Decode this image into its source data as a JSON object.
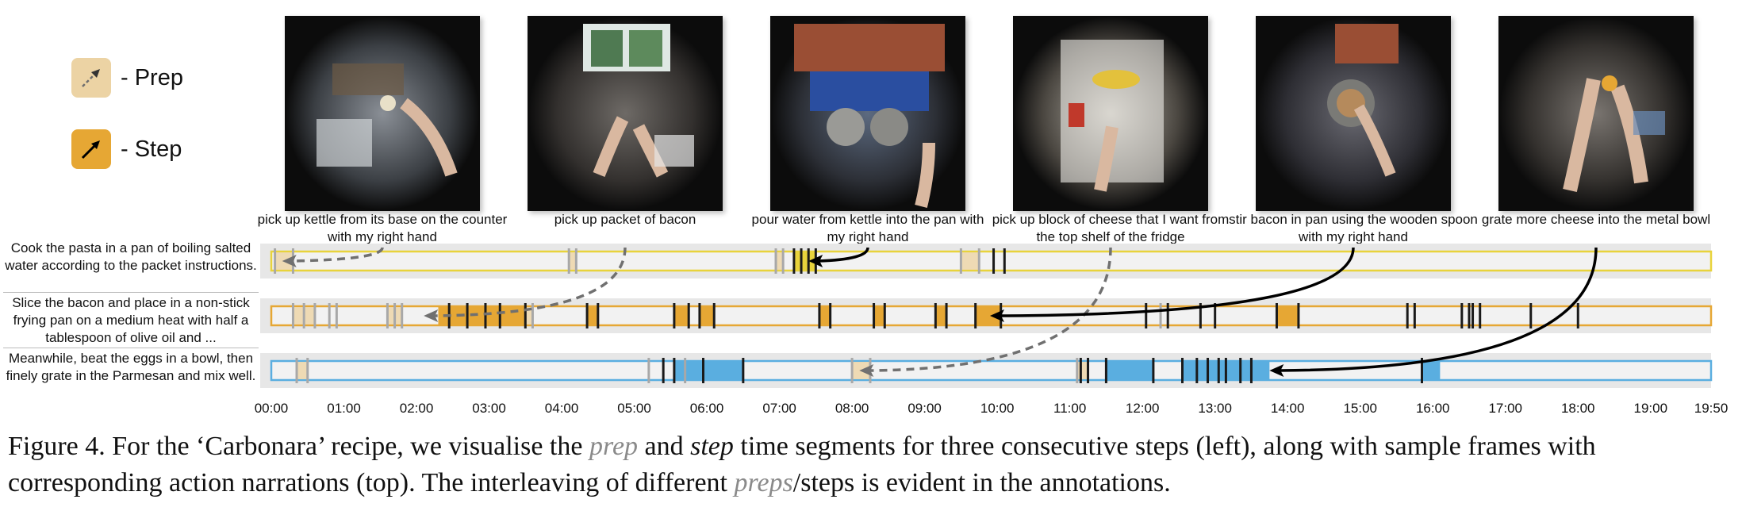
{
  "legend": {
    "prep_label": "- Prep",
    "step_label": "- Step",
    "prep_color": "#ecd3a4",
    "step_color": "#e6a734",
    "icons": [
      "arrow-prep-icon",
      "arrow-step-icon"
    ]
  },
  "frames": [
    {
      "narration": "pick up kettle from its base on the counter with my right hand"
    },
    {
      "narration": "pick up packet of bacon"
    },
    {
      "narration": "pour water from kettle into the pan with my right hand"
    },
    {
      "narration": "pick up block of cheese that I want from the top shelf of the fridge"
    },
    {
      "narration": "stir bacon in pan using the wooden spoon with my right hand"
    },
    {
      "narration": "grate more cheese into the metal bowl"
    }
  ],
  "steps": [
    {
      "text": "Cook the pasta in a pan of boiling salted water according to the packet instructions.",
      "color": "#e8d33c"
    },
    {
      "text": "Slice the bacon and place in a non-stick frying pan on a medium heat with half a tablespoon of olive oil and ...",
      "color": "#e6a734"
    },
    {
      "text": "Meanwhile, beat the eggs in a bowl, then finely grate in the Parmesan and mix well.",
      "color": "#5aaee0"
    }
  ],
  "chart_data": {
    "type": "timeline",
    "x_ticks": [
      "00:00",
      "01:00",
      "02:00",
      "03:00",
      "04:00",
      "05:00",
      "06:00",
      "07:00",
      "08:00",
      "09:00",
      "10:00",
      "11:00",
      "12:00",
      "13:00",
      "14:00",
      "15:00",
      "16:00",
      "17:00",
      "18:00",
      "19:00",
      "19:50"
    ],
    "x_max_minutes": 19.833,
    "rows": [
      {
        "step_segments": [
          [
            7.2,
            7.5
          ]
        ],
        "prep_segments": [
          [
            0.05,
            0.3
          ],
          [
            4.1,
            4.2
          ],
          [
            6.95,
            7.05
          ],
          [
            9.5,
            9.75
          ]
        ],
        "step_marks": [
          7.2,
          7.3,
          7.4,
          7.5,
          9.95,
          10.1
        ],
        "prep_marks": [
          0.05,
          0.3,
          4.1,
          4.2,
          6.95,
          7.05,
          9.5,
          9.75
        ]
      },
      {
        "step_segments": [
          [
            2.3,
            3.5
          ],
          [
            4.35,
            4.5
          ],
          [
            5.55,
            5.75
          ],
          [
            5.9,
            6.1
          ],
          [
            7.55,
            7.7
          ],
          [
            8.3,
            8.45
          ],
          [
            9.15,
            9.3
          ],
          [
            9.7,
            10.05
          ],
          [
            13.85,
            14.15
          ]
        ],
        "prep_segments": [
          [
            0.3,
            0.6
          ],
          [
            1.6,
            1.8
          ],
          [
            3.5,
            3.6
          ]
        ],
        "step_marks": [
          2.45,
          2.7,
          2.95,
          3.15,
          3.5,
          4.35,
          4.5,
          5.55,
          5.75,
          5.9,
          6.1,
          7.55,
          7.7,
          8.3,
          8.45,
          9.15,
          9.3,
          9.7,
          10.05,
          12.05,
          12.35,
          12.8,
          13.0,
          13.85,
          14.15,
          15.65,
          15.75,
          16.4,
          16.5,
          16.55,
          16.65,
          17.35,
          18.0
        ],
        "prep_marks": [
          0.3,
          0.45,
          0.6,
          0.8,
          0.9,
          1.6,
          1.7,
          1.8,
          3.6,
          12.25
        ]
      },
      {
        "step_segments": [
          [
            5.55,
            6.5
          ],
          [
            11.5,
            12.15
          ],
          [
            12.55,
            13.75
          ],
          [
            15.85,
            16.1
          ]
        ],
        "prep_segments": [
          [
            0.35,
            0.5
          ],
          [
            8.0,
            8.25
          ],
          [
            11.1,
            11.25
          ]
        ],
        "step_marks": [
          5.4,
          5.55,
          5.95,
          6.5,
          11.15,
          11.25,
          11.5,
          12.15,
          12.55,
          12.75,
          12.9,
          13.05,
          13.15,
          13.35,
          13.5,
          15.85
        ],
        "prep_marks": [
          0.35,
          0.5,
          5.2,
          5.7,
          8.0,
          8.25,
          11.1
        ]
      }
    ],
    "arrows": [
      {
        "from_frame": 0,
        "to_row": 0,
        "to_minute": 0.15,
        "kind": "prep"
      },
      {
        "from_frame": 1,
        "to_row": 1,
        "to_minute": 2.1,
        "kind": "prep"
      },
      {
        "from_frame": 2,
        "to_row": 0,
        "to_minute": 7.4,
        "kind": "step"
      },
      {
        "from_frame": 3,
        "to_row": 2,
        "to_minute": 8.1,
        "kind": "prep"
      },
      {
        "from_frame": 4,
        "to_row": 1,
        "to_minute": 9.9,
        "kind": "step"
      },
      {
        "from_frame": 5,
        "to_row": 2,
        "to_minute": 13.75,
        "kind": "step"
      }
    ]
  },
  "caption": {
    "part1": "Figure 4.  For the ‘Carbonara’ recipe, we visualise the ",
    "prep_word": "prep",
    "part2": " and ",
    "step_word": "step",
    "part3": " time segments for three consecutive steps (left), along with sample frames with corresponding action narrations (top). The interleaving of different ",
    "preps_word": "preps",
    "part4": "/steps is evident in the annotations."
  }
}
